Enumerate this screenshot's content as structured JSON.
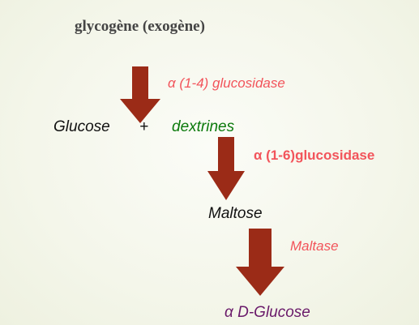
{
  "title": "glycogène (exogène)",
  "steps": {
    "step1": {
      "enzyme": "α (1-4) glucosidase",
      "products": {
        "glucose": "Glucose",
        "plus": "+",
        "dextrines": "dextrines"
      }
    },
    "step2": {
      "enzyme": "α (1-6)glucosidase",
      "product": "Maltose"
    },
    "step3": {
      "enzyme": "Maltase",
      "product": "α D-Glucose"
    }
  },
  "colors": {
    "arrow": "#9b2b17",
    "enzyme": "#f2545b",
    "dextrines": "#0c7a0c",
    "final_product": "#6a1a6a"
  }
}
